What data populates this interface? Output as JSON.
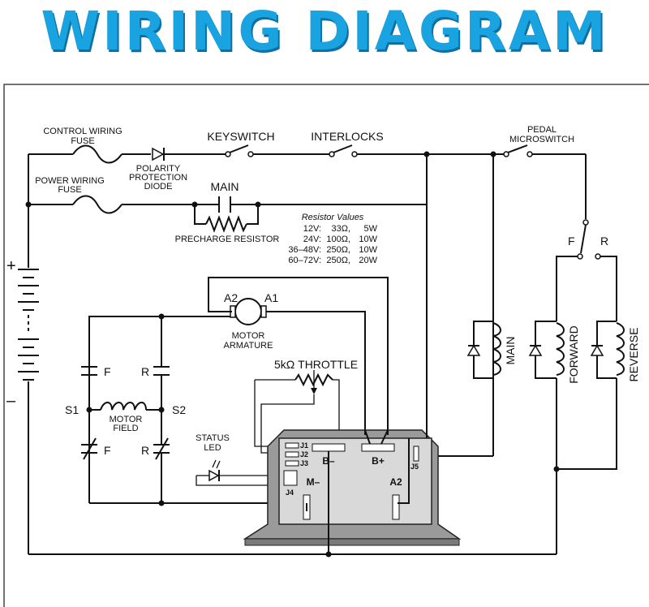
{
  "title": "WIRING DIAGRAM",
  "labels": {
    "control_fuse": [
      "CONTROL WIRING",
      "FUSE"
    ],
    "power_fuse": [
      "POWER WIRING",
      "FUSE"
    ],
    "diode": [
      "POLARITY",
      "PROTECTION",
      "DIODE"
    ],
    "keyswitch": "KEYSWITCH",
    "interlocks": "INTERLOCKS",
    "pedal": [
      "PEDAL",
      "MICROSWITCH"
    ],
    "main": "MAIN",
    "precharge": "PRECHARGE RESISTOR",
    "a2": "A2",
    "a1": "A1",
    "motor_armature": [
      "MOTOR",
      "ARMATURE"
    ],
    "throttle": "5kΩ THROTTLE",
    "f": "F",
    "r": "R",
    "s1": "S1",
    "s2": "S2",
    "motor_field": [
      "MOTOR",
      "FIELD"
    ],
    "status_led": [
      "STATUS",
      "LED"
    ],
    "plus": "+",
    "minus": "–",
    "coil_main": "MAIN",
    "coil_forward": "FORWARD",
    "coil_reverse": "REVERSE"
  },
  "resistor_values": {
    "title": "Resistor Values",
    "rows": [
      [
        "12V:",
        "33Ω,",
        "5W"
      ],
      [
        "24V:",
        "100Ω,",
        "10W"
      ],
      [
        "36–48V:",
        "250Ω,",
        "10W"
      ],
      [
        "60–72V:",
        "250Ω,",
        "20W"
      ]
    ]
  },
  "controller": {
    "j1": "J1",
    "j2": "J2",
    "j3": "J3",
    "j4": "J4",
    "j5": "J5",
    "b_minus": "B–",
    "b_plus": "B+",
    "m_minus": "M–",
    "a2": "A2"
  }
}
